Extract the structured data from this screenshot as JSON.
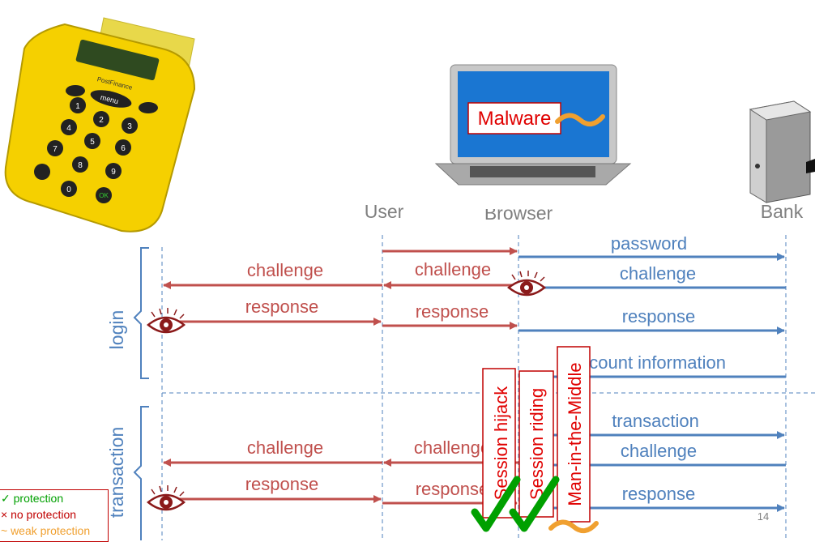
{
  "participants": {
    "user": "User",
    "browser": "Browser",
    "bank": "Bank"
  },
  "malware_label": "Malware",
  "phases": {
    "login": "login",
    "transaction": "transaction"
  },
  "messages": {
    "password": "password",
    "bank_challenge_login": "challenge",
    "browser_challenge_login": "challenge",
    "user_challenge_login": "challenge",
    "user_response_login": "response",
    "browser_response_login": "response",
    "bank_response_login": "response",
    "account_information": "account information",
    "transaction": "transaction",
    "bank_challenge_tx": "challenge",
    "browser_challenge_tx": "challenge",
    "user_challenge_tx": "challenge",
    "user_response_tx": "response",
    "browser_response_tx": "response",
    "bank_response_tx": "response"
  },
  "attacks": {
    "session_hijack": "Session hijack",
    "session_riding": "Session riding",
    "mitm": "Man-in-the-Middle"
  },
  "legend": {
    "protection": "✓ protection",
    "no_protection": "× no protection",
    "weak_protection": "~ weak protection"
  },
  "device": {
    "brand": "PostFinance",
    "menu": "menu",
    "ok": "OK",
    "keys": [
      "1",
      "2",
      "3",
      "4",
      "5",
      "6",
      "7",
      "8",
      "9",
      "0"
    ]
  },
  "page_number": "14",
  "colors": {
    "attack": "#c0504d",
    "bank_channel": "#4f81bd",
    "protection": "#00a000",
    "weak": "#f0a030",
    "attack_label": "#e00000"
  },
  "icons": [
    "eye-icon",
    "check-icon",
    "tilde-icon",
    "laptop-icon",
    "server-icon",
    "card-reader-icon"
  ]
}
